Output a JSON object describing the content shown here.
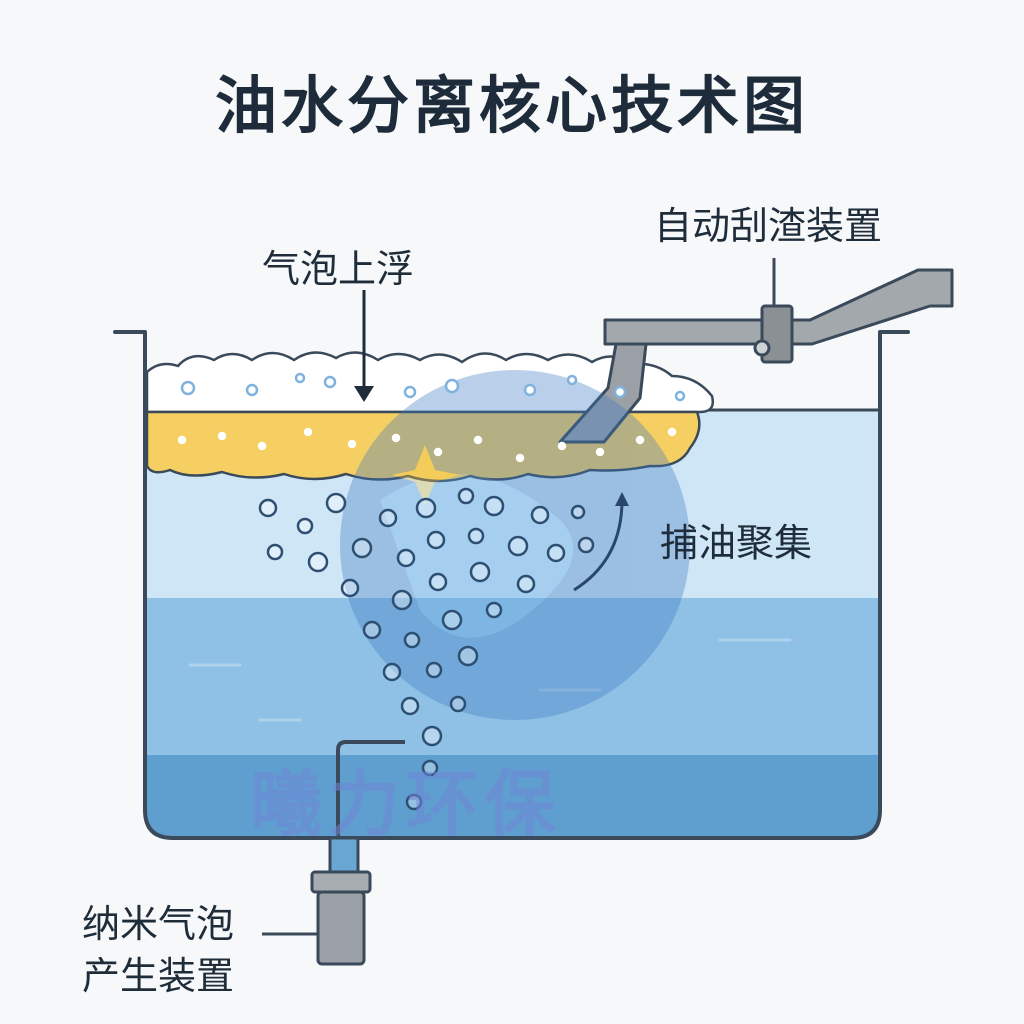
{
  "title": "油水分离核心技术图",
  "labels": {
    "float": "气泡上浮",
    "skimmer": "自动刮渣装置",
    "capture": "捕油聚集",
    "nano_line1": "纳米气泡",
    "nano_line2": "产生装置"
  },
  "watermark": "曦力环保",
  "colors": {
    "outline": "#3a4a5a",
    "foam": "#ffffff",
    "oil": "#f6cf63",
    "water_top": "#cfe6f6",
    "water_mid": "#9fcbea",
    "water_bottom": "#6aa6d4",
    "bubble": "#2d4f72",
    "pipe": "#9aa0a6"
  }
}
